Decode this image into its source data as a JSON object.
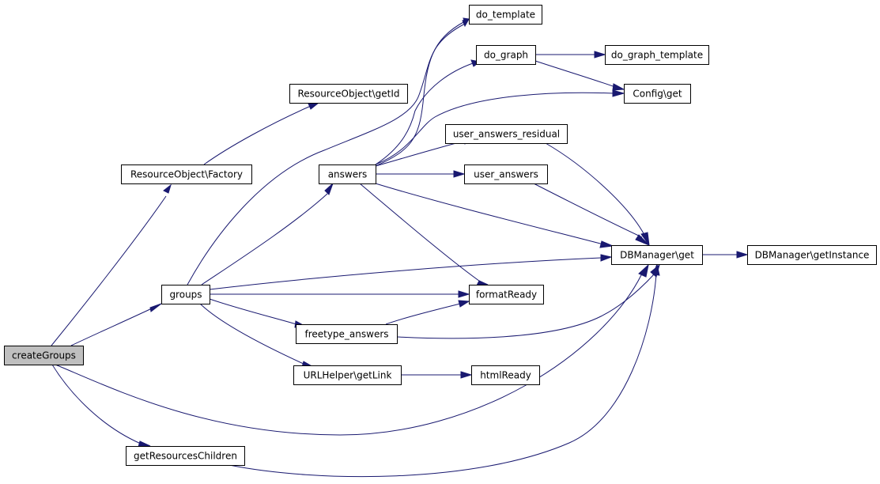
{
  "graph": {
    "edge_color": "#191970",
    "root_fill": "#bfbfbf",
    "nodes": [
      {
        "id": "createGroups",
        "label": "createGroups",
        "root": true
      },
      {
        "id": "factory",
        "label": "ResourceObject\\Factory"
      },
      {
        "id": "getId",
        "label": "ResourceObject\\getId"
      },
      {
        "id": "groups",
        "label": "groups"
      },
      {
        "id": "answers",
        "label": "answers"
      },
      {
        "id": "do_template",
        "label": "do_template"
      },
      {
        "id": "do_graph",
        "label": "do_graph"
      },
      {
        "id": "do_graph_template",
        "label": "do_graph_template"
      },
      {
        "id": "config_get",
        "label": "Config\\get"
      },
      {
        "id": "uar",
        "label": "user_answers_residual"
      },
      {
        "id": "ua",
        "label": "user_answers"
      },
      {
        "id": "dbget",
        "label": "DBManager\\get"
      },
      {
        "id": "dbinst",
        "label": "DBManager\\getInstance"
      },
      {
        "id": "formatReady",
        "label": "formatReady"
      },
      {
        "id": "freetype",
        "label": "freetype_answers"
      },
      {
        "id": "getLink",
        "label": "URLHelper\\getLink"
      },
      {
        "id": "htmlReady",
        "label": "htmlReady"
      },
      {
        "id": "grc",
        "label": "getResourcesChildren"
      }
    ],
    "edges": [
      {
        "from": "createGroups",
        "to": "factory"
      },
      {
        "from": "createGroups",
        "to": "groups"
      },
      {
        "from": "createGroups",
        "to": "dbget"
      },
      {
        "from": "createGroups",
        "to": "grc"
      },
      {
        "from": "factory",
        "to": "getId"
      },
      {
        "from": "groups",
        "to": "do_template"
      },
      {
        "from": "groups",
        "to": "answers"
      },
      {
        "from": "groups",
        "to": "dbget"
      },
      {
        "from": "groups",
        "to": "formatReady"
      },
      {
        "from": "groups",
        "to": "freetype"
      },
      {
        "from": "groups",
        "to": "getLink"
      },
      {
        "from": "answers",
        "to": "do_template"
      },
      {
        "from": "answers",
        "to": "do_graph"
      },
      {
        "from": "answers",
        "to": "config_get"
      },
      {
        "from": "answers",
        "to": "uar"
      },
      {
        "from": "answers",
        "to": "ua"
      },
      {
        "from": "answers",
        "to": "dbget"
      },
      {
        "from": "answers",
        "to": "formatReady"
      },
      {
        "from": "do_graph",
        "to": "do_graph_template"
      },
      {
        "from": "do_graph",
        "to": "config_get"
      },
      {
        "from": "uar",
        "to": "dbget"
      },
      {
        "from": "ua",
        "to": "dbget"
      },
      {
        "from": "dbget",
        "to": "dbinst"
      },
      {
        "from": "freetype",
        "to": "formatReady"
      },
      {
        "from": "freetype",
        "to": "dbget"
      },
      {
        "from": "getLink",
        "to": "htmlReady"
      },
      {
        "from": "grc",
        "to": "dbget"
      }
    ]
  }
}
